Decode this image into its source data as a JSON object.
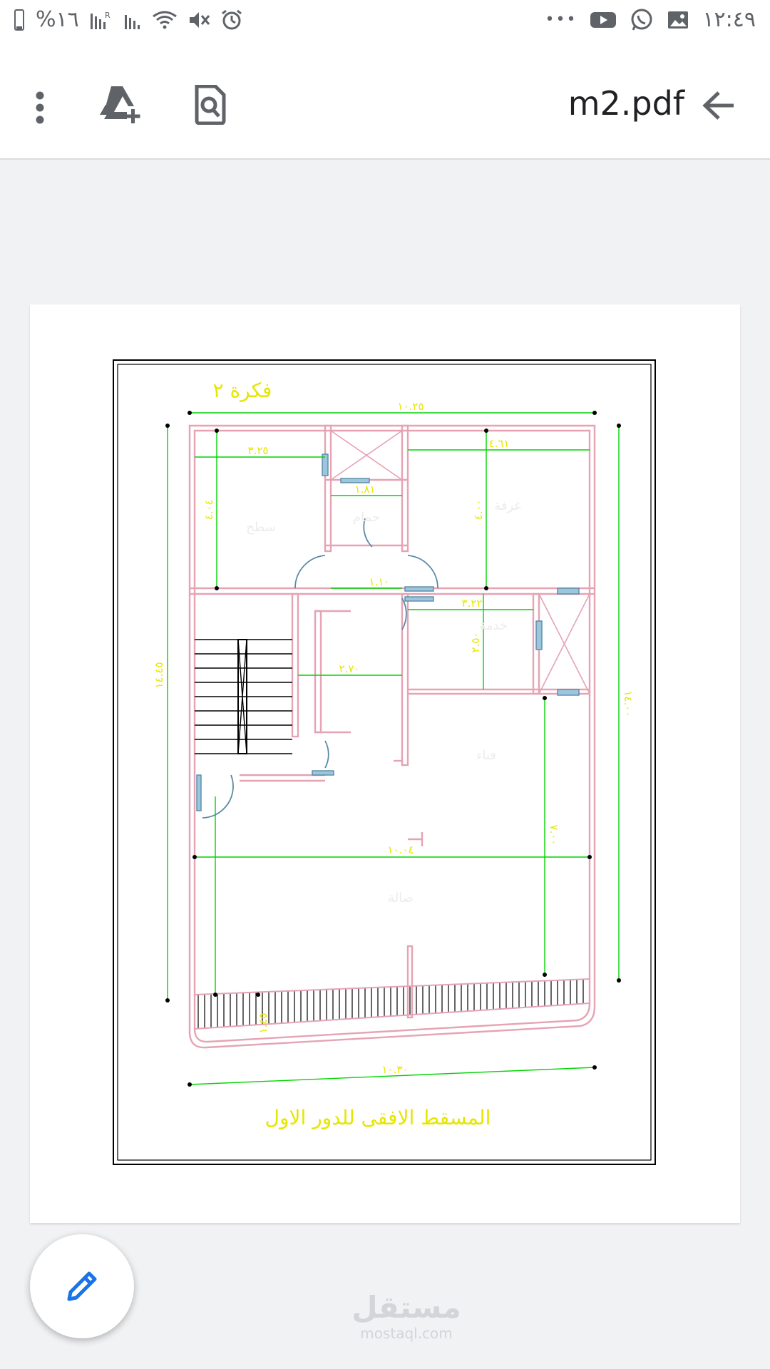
{
  "status_bar": {
    "battery_text": "%١٦",
    "network_r": "R",
    "time": "١٢:٤٩",
    "overflow": "•••"
  },
  "app_bar": {
    "title": "m2.pdf",
    "icons": [
      "more-vert-icon",
      "add-to-drive-icon",
      "find-in-page-icon",
      "back-arrow-icon"
    ]
  },
  "pdf_page": {
    "sheet_title": "فكرة ٢",
    "plan_caption": "المسقط الافقى للدور الاول",
    "dimensions": {
      "top_width": "١٠.٢٥",
      "bottom_width": "١٠.٣٠",
      "left_height": "١٤.٤٥",
      "right_height": "١٤.٠٠",
      "room1_width": "٣.٢٥",
      "room2_width": "٤.٦١",
      "room1_height": "٤.٠٤",
      "room2_height": "٤.٠٠",
      "bath_width": "١.٨١",
      "corridor_width": "١.١٠",
      "small_room_width": "٣.٢٢",
      "small_room_height": "٢.٥٠",
      "core_width": "٢.٧٠",
      "hall_width": "١٠.٠٤",
      "hall_height": "٧.٠٠",
      "balcony": "١.٤٥"
    },
    "room_labels": {
      "room_left": "سطح",
      "room_right": "غرفة",
      "bath": "حمام",
      "small_room": "خدمة",
      "open_area": "فناء",
      "hall": "صالة"
    }
  },
  "fab": {
    "icon": "edit-pencil-icon"
  },
  "watermark": {
    "brand_ar": "مستقل",
    "brand_en": "mostaql.com"
  },
  "colors": {
    "accent": "#1a73e8",
    "wall": "#e5a3b4",
    "dimension_line": "#00d400",
    "dimension_text": "#e6e600",
    "door": "#5b8aa6"
  }
}
